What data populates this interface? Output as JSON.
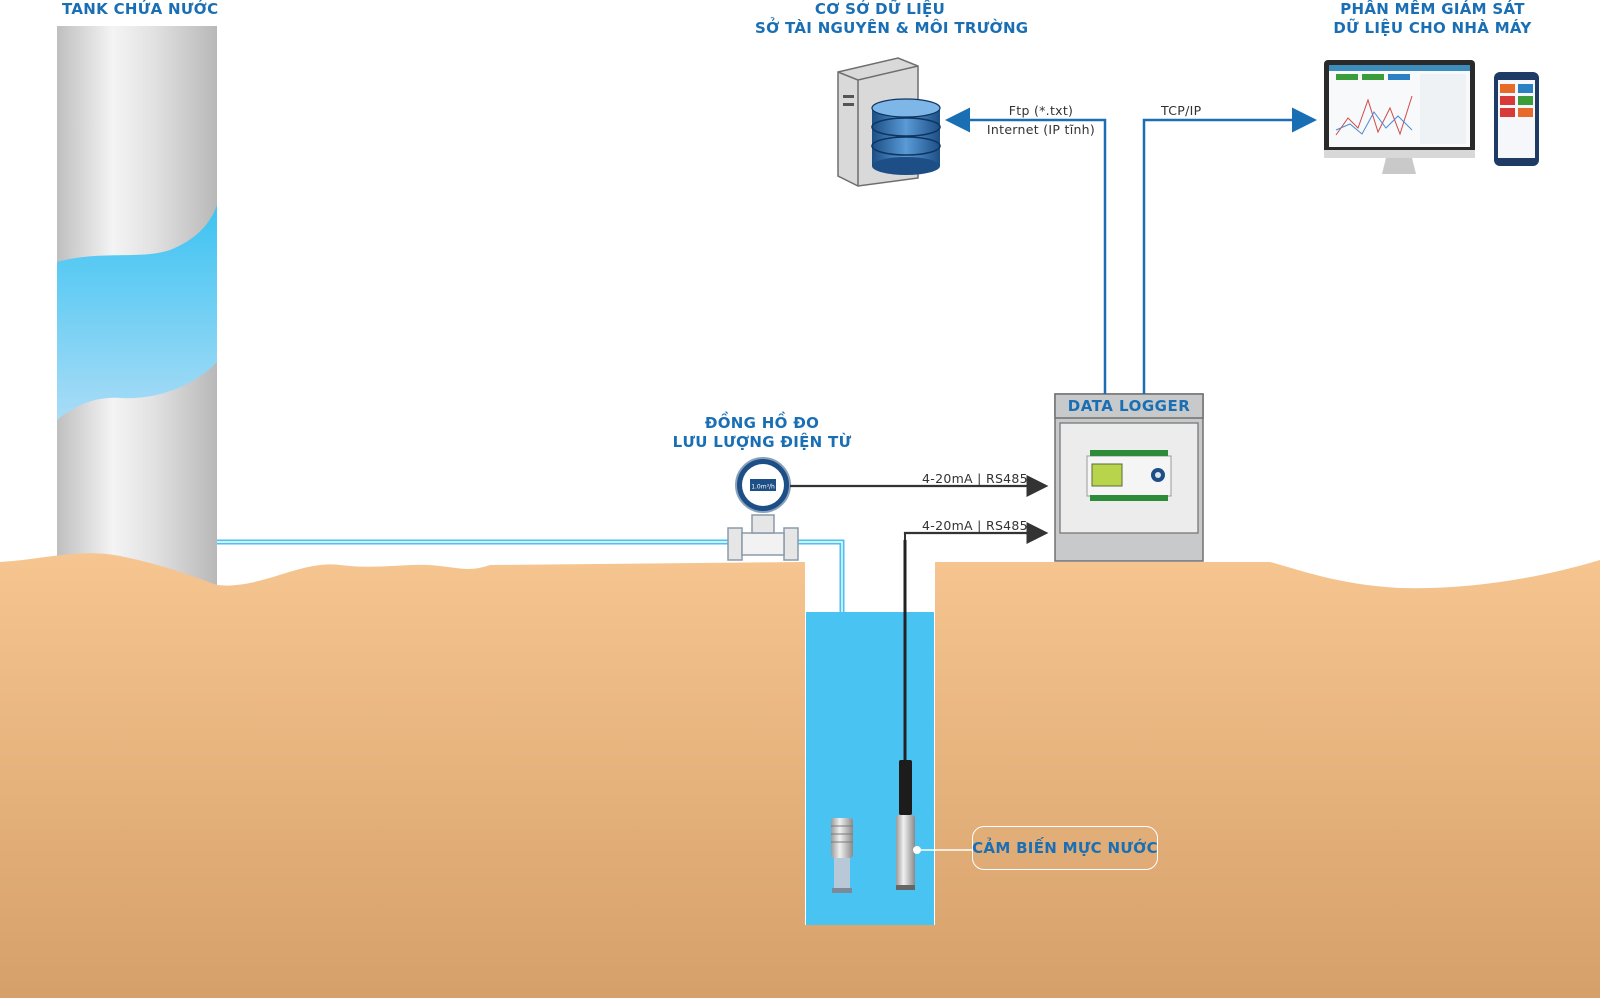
{
  "tank": {
    "label": "TANK CHỨA NƯỚC"
  },
  "database": {
    "line1": "CƠ SỞ DỮ LIỆU",
    "line2": "SỞ TÀI NGUYÊN & MÔI TRƯỜNG"
  },
  "monitoring": {
    "line1": "PHẦN MỀM GIÁM SÁT",
    "line2": "DỮ LIỆU CHO NHÀ MÁY"
  },
  "ftp_link": {
    "line1": "Ftp (*.txt)",
    "line2": "Internet (IP tĩnh)"
  },
  "tcp_link": {
    "label": "TCP/IP"
  },
  "flowmeter": {
    "line1": "ĐỒNG HỒ ĐO",
    "line2": "LƯU LƯỢNG ĐIỆN TỪ",
    "display": "1.0m³/h"
  },
  "signal_flow": {
    "label": "4-20mA | RS485"
  },
  "signal_level": {
    "label": "4-20mA | RS485"
  },
  "logger": {
    "title": "DATA LOGGER"
  },
  "sensor": {
    "label": "CẢM BIẾN MỰC NƯỚC"
  },
  "colors": {
    "accent": "#1a6fb4",
    "pipe": "#4cc2f0",
    "water": "#49c3f2",
    "ground_top": "#f6c590",
    "ground_bottom": "#d8a26b",
    "arrow": "#333333"
  }
}
